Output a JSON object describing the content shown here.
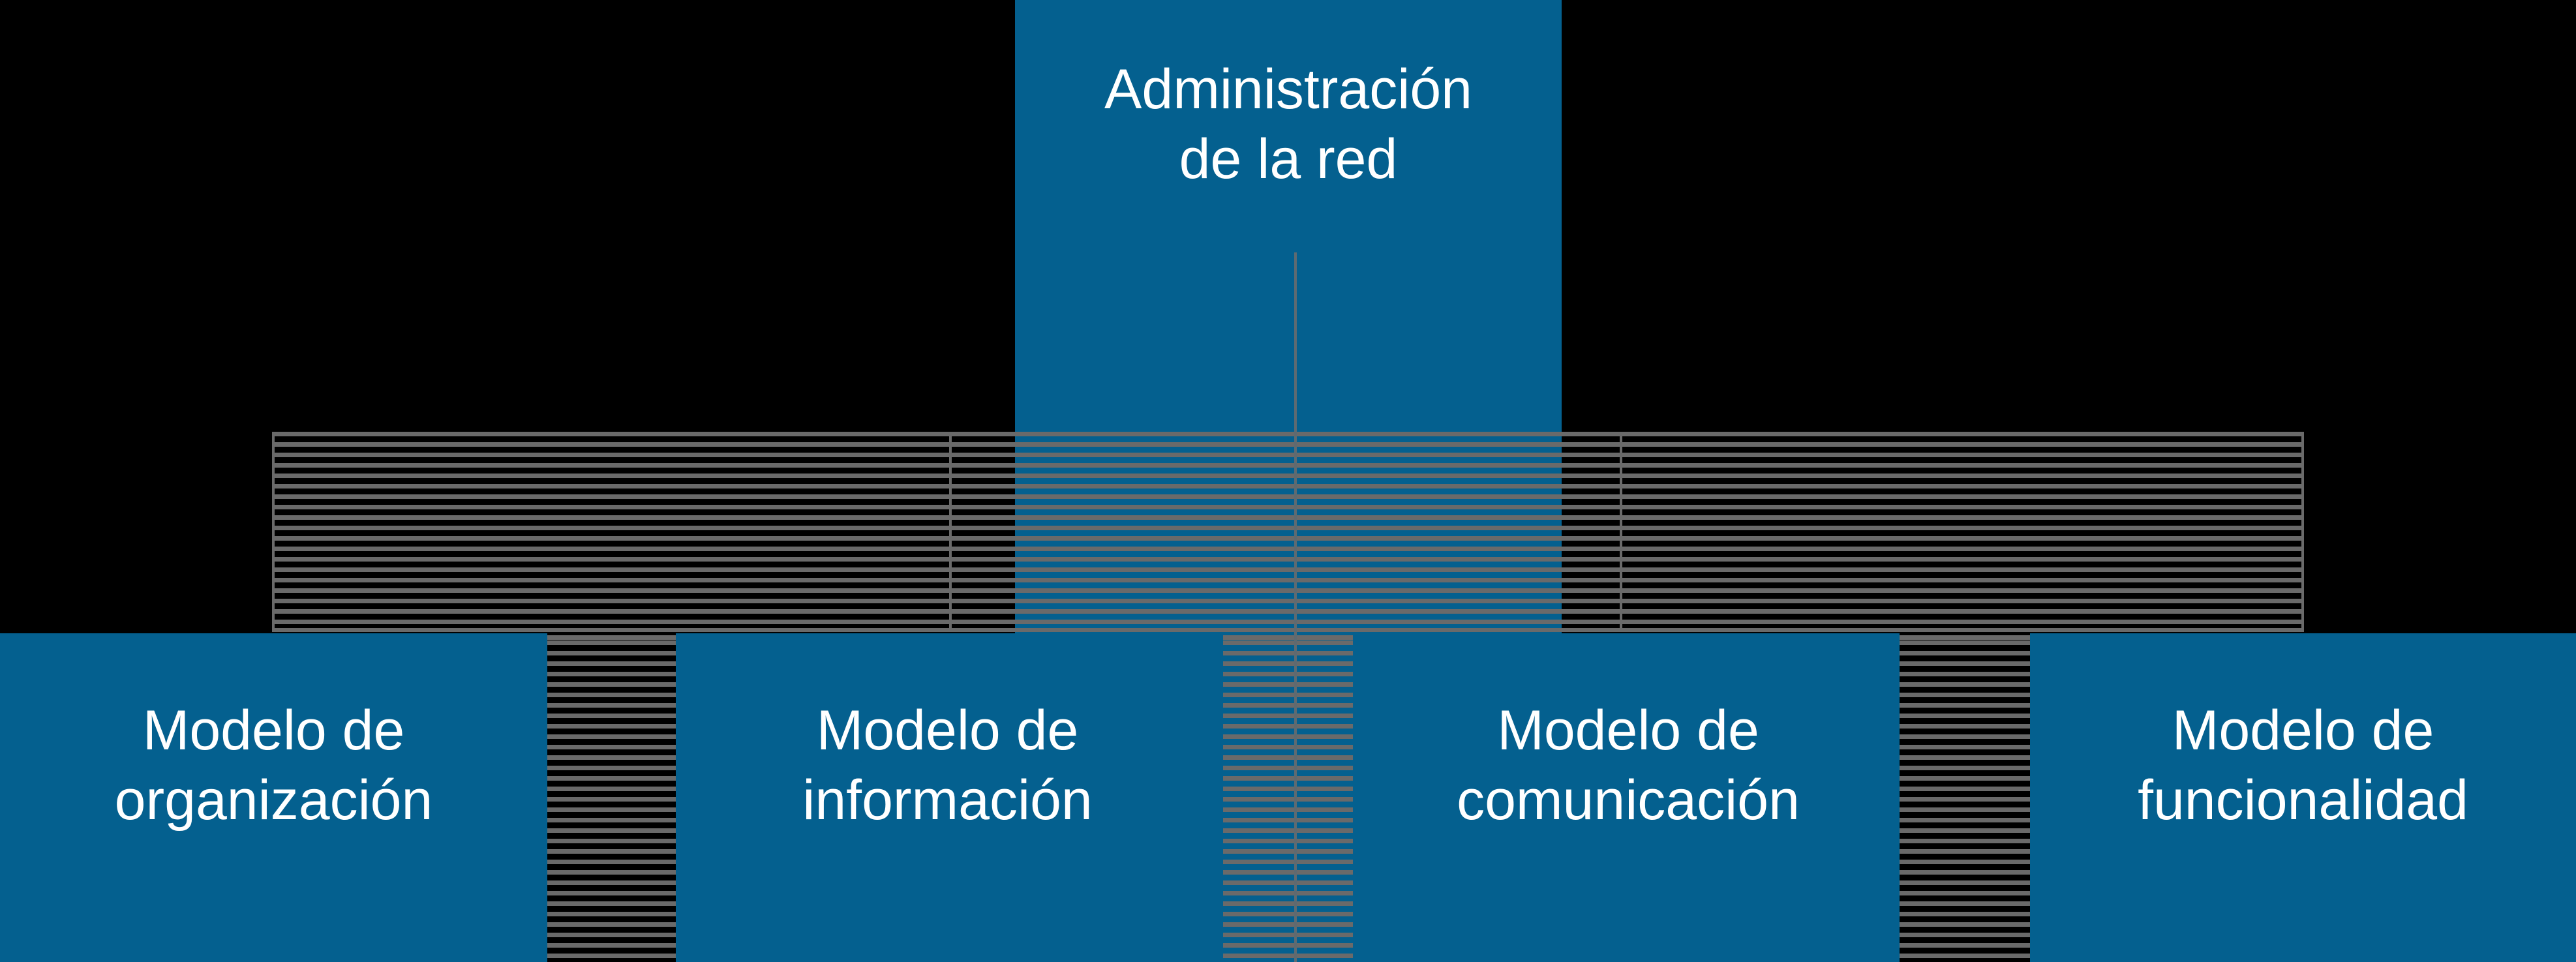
{
  "diagram": {
    "root_node": {
      "id": "administracion-de-la-red",
      "label": "Administración de la red",
      "lines": [
        "Administración",
        "de la red"
      ]
    },
    "child_nodes": [
      {
        "id": "modelo-de-organizacion",
        "label": "Modelo de organización",
        "lines": [
          "Modelo de",
          "organización"
        ]
      },
      {
        "id": "modelo-de-informacion",
        "label": "Modelo de información",
        "lines": [
          "Modelo de",
          "información"
        ]
      },
      {
        "id": "modelo-de-comunicacion",
        "label": "Modelo de comunicación",
        "lines": [
          "Modelo de",
          "comunicación"
        ]
      },
      {
        "id": "modelo-de-funcionalidad",
        "label": "Modelo de funcionalidad",
        "lines": [
          "Modelo de",
          "funcionalidad"
        ]
      }
    ]
  },
  "colors": {
    "background": "#000000",
    "node_blue": "#04608f",
    "stripe_gray": "#6a6a6a",
    "line_gray": "#5e6a71",
    "text_white": "#ffffff"
  }
}
